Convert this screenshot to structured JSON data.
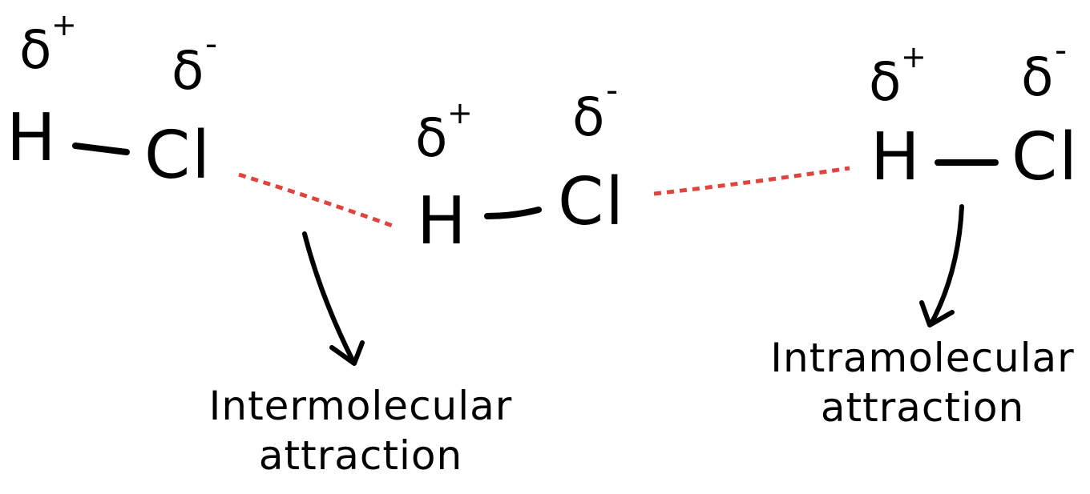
{
  "molecules": [
    {
      "hydrogen": "H",
      "chlorine": "Cl",
      "h_charge": {
        "symbol": "δ",
        "sign": "+"
      },
      "cl_charge": {
        "symbol": "δ",
        "sign": "-"
      }
    },
    {
      "hydrogen": "H",
      "chlorine": "Cl",
      "h_charge": {
        "symbol": "δ",
        "sign": "+"
      },
      "cl_charge": {
        "symbol": "δ",
        "sign": "-"
      }
    },
    {
      "hydrogen": "H",
      "chlorine": "Cl",
      "h_charge": {
        "symbol": "δ",
        "sign": "+"
      },
      "cl_charge": {
        "symbol": "δ",
        "sign": "-"
      }
    }
  ],
  "labels": {
    "intermolecular": {
      "line1": "Intermolecular",
      "line2": "attraction"
    },
    "intramolecular": {
      "line1": "Intramolecular",
      "line2": "attraction"
    }
  },
  "colors": {
    "attraction": "#e0443f",
    "ink": "#000000",
    "background": "#ffffff"
  }
}
